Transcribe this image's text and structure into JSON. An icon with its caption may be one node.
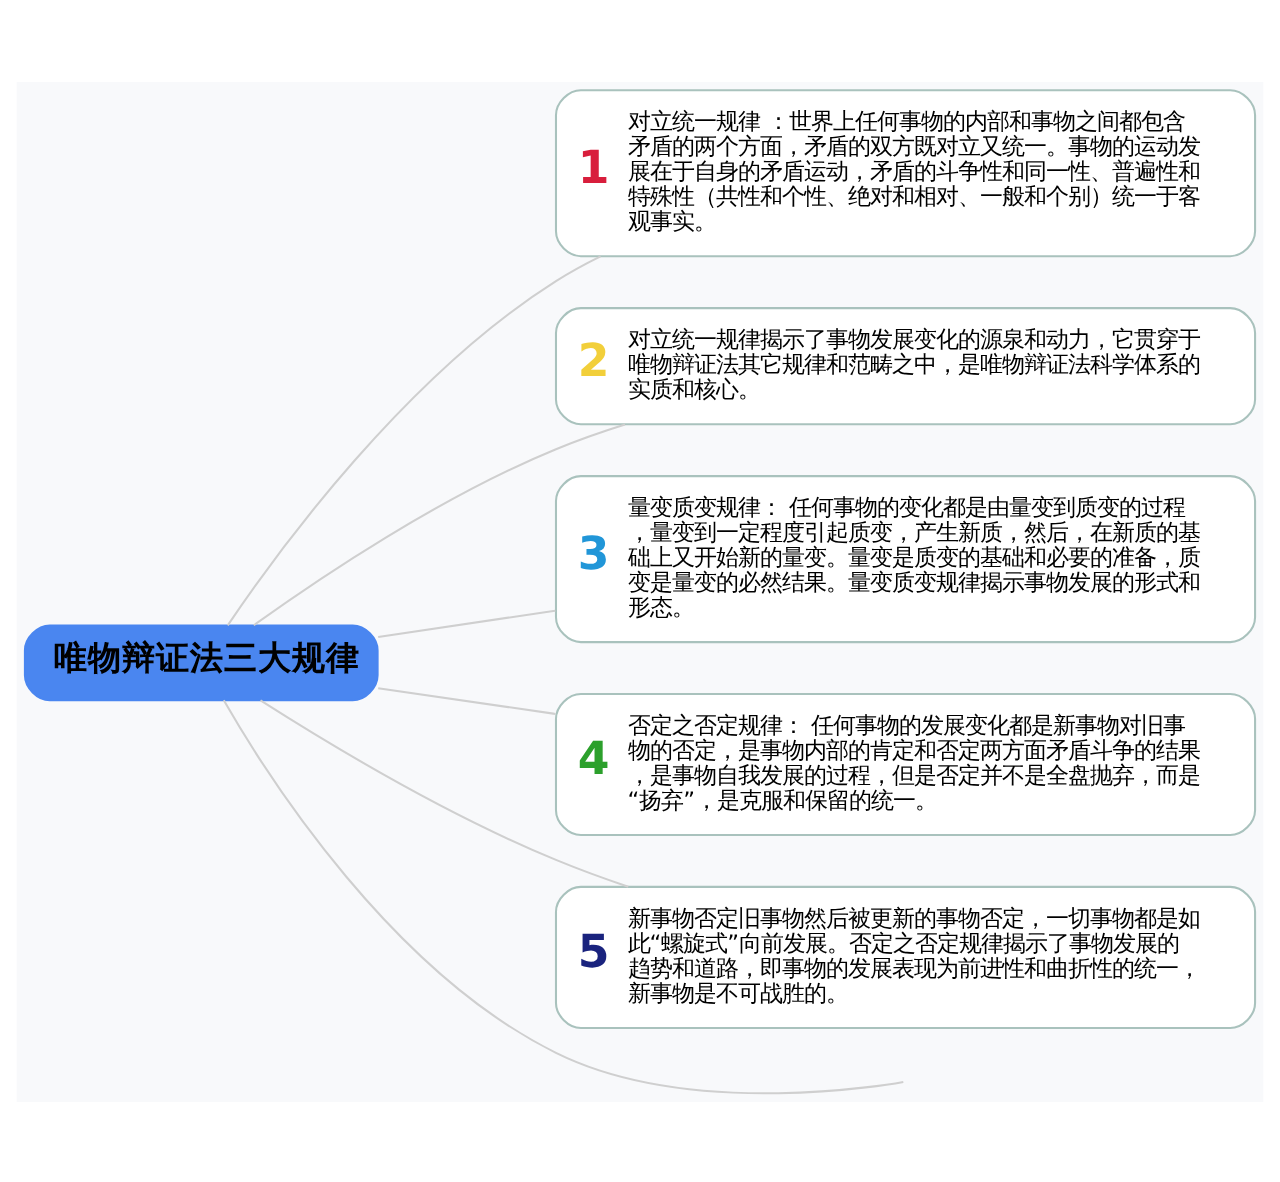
{
  "diagram": {
    "nodes": [
      {
        "text": [
          "唯物辩证法三大规律"
        ]
      },
      {
        "text": [
          "1",
          "对立统一规律 ：世界上任何事物的内部和事物之间都包含矛盾的两个方面，矛盾的双方既对立又统一。事物的运动发展在于自身的矛盾运动，矛盾的斗争性和同一性、普遍性和特殊性（共性和个性、绝对和相对、一般和个别）统一于客观事实。"
        ]
      },
      {
        "text": [
          "2",
          "对立统一规律揭示了事物发展变化的源泉和动力，它贯穿于唯物辩证法其它规律和范畴之中，是唯物辩证法科学体系的实质和核心。"
        ]
      },
      {
        "text": [
          "3",
          "量变质变规律： 任何事物的变化都是由量变到质变的过程，量变到一定程度引起质变，产生新质，然后，在新质的基础上又开始新的量变。量变是质变的基础和必要的准备，质变是量变的必然结果。量变质变规律揭示事物发展的形式和形态。"
        ]
      },
      {
        "text": [
          "4",
          "否定之否定规律： 任何事物的发展变化都是新事物对旧事物的否定，是事物内部的肯定和否定两方面矛盾斗争的结果，是事物自我发展的过程，但是否定并不是全盘抛弃，而是“扬弃”，是克服和保留的统一。"
        ]
      },
      {
        "text": [
          "5",
          "新事物否定旧事物然后被更新的事物否定，一切事物都是如此“螺旋式”向前发展。否定之否定规律揭示了事物发展的趋势和道路，即事物的发展表现为前进性和曲折性的统一，新事物是不可战胜的。"
        ]
      }
    ],
    "edges": [
      {
        "from": 0,
        "to": 1,
        "arrow": "none"
      },
      {
        "from": 0,
        "to": 2,
        "arrow": "none"
      },
      {
        "from": 0,
        "to": 3,
        "arrow": "none"
      },
      {
        "from": 0,
        "to": 4,
        "arrow": "none"
      },
      {
        "from": 0,
        "to": 5,
        "arrow": "none"
      },
      {
        "from": 0,
        "to": null,
        "arrow": "none"
      }
    ]
  }
}
